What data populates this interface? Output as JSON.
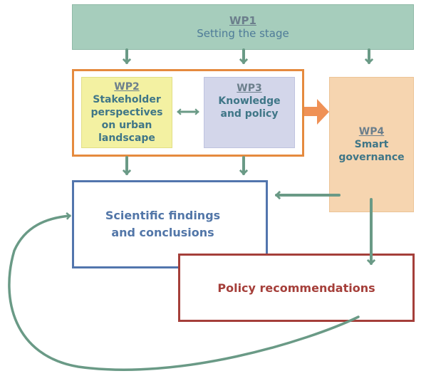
{
  "wp1": {
    "label": "WP1",
    "title": "Setting the stage"
  },
  "wp2": {
    "label": "WP2",
    "lines": [
      "Stakeholder",
      "perspectives",
      "on urban",
      "landscape"
    ]
  },
  "wp3": {
    "label": "WP3",
    "lines": [
      "Knowledge",
      "and policy"
    ]
  },
  "wp4": {
    "label": "WP4",
    "lines": [
      "Smart",
      "governance"
    ]
  },
  "scientific": {
    "lines": [
      "Scientific findings",
      "and conclusions"
    ]
  },
  "policy": {
    "title": "Policy recommendations"
  },
  "colors": {
    "arrow_green": "#6a9a86",
    "arrow_orange": "#ef9156",
    "wp1_fill": "#a6cdbc",
    "wp2_fill": "#f3f1a2",
    "wp3_fill": "#d3d6ea",
    "wp4_fill": "#f6d5b0",
    "group_border": "#e58a3e",
    "scientific_border": "#5275ad",
    "policy_border": "#a53f3a"
  }
}
